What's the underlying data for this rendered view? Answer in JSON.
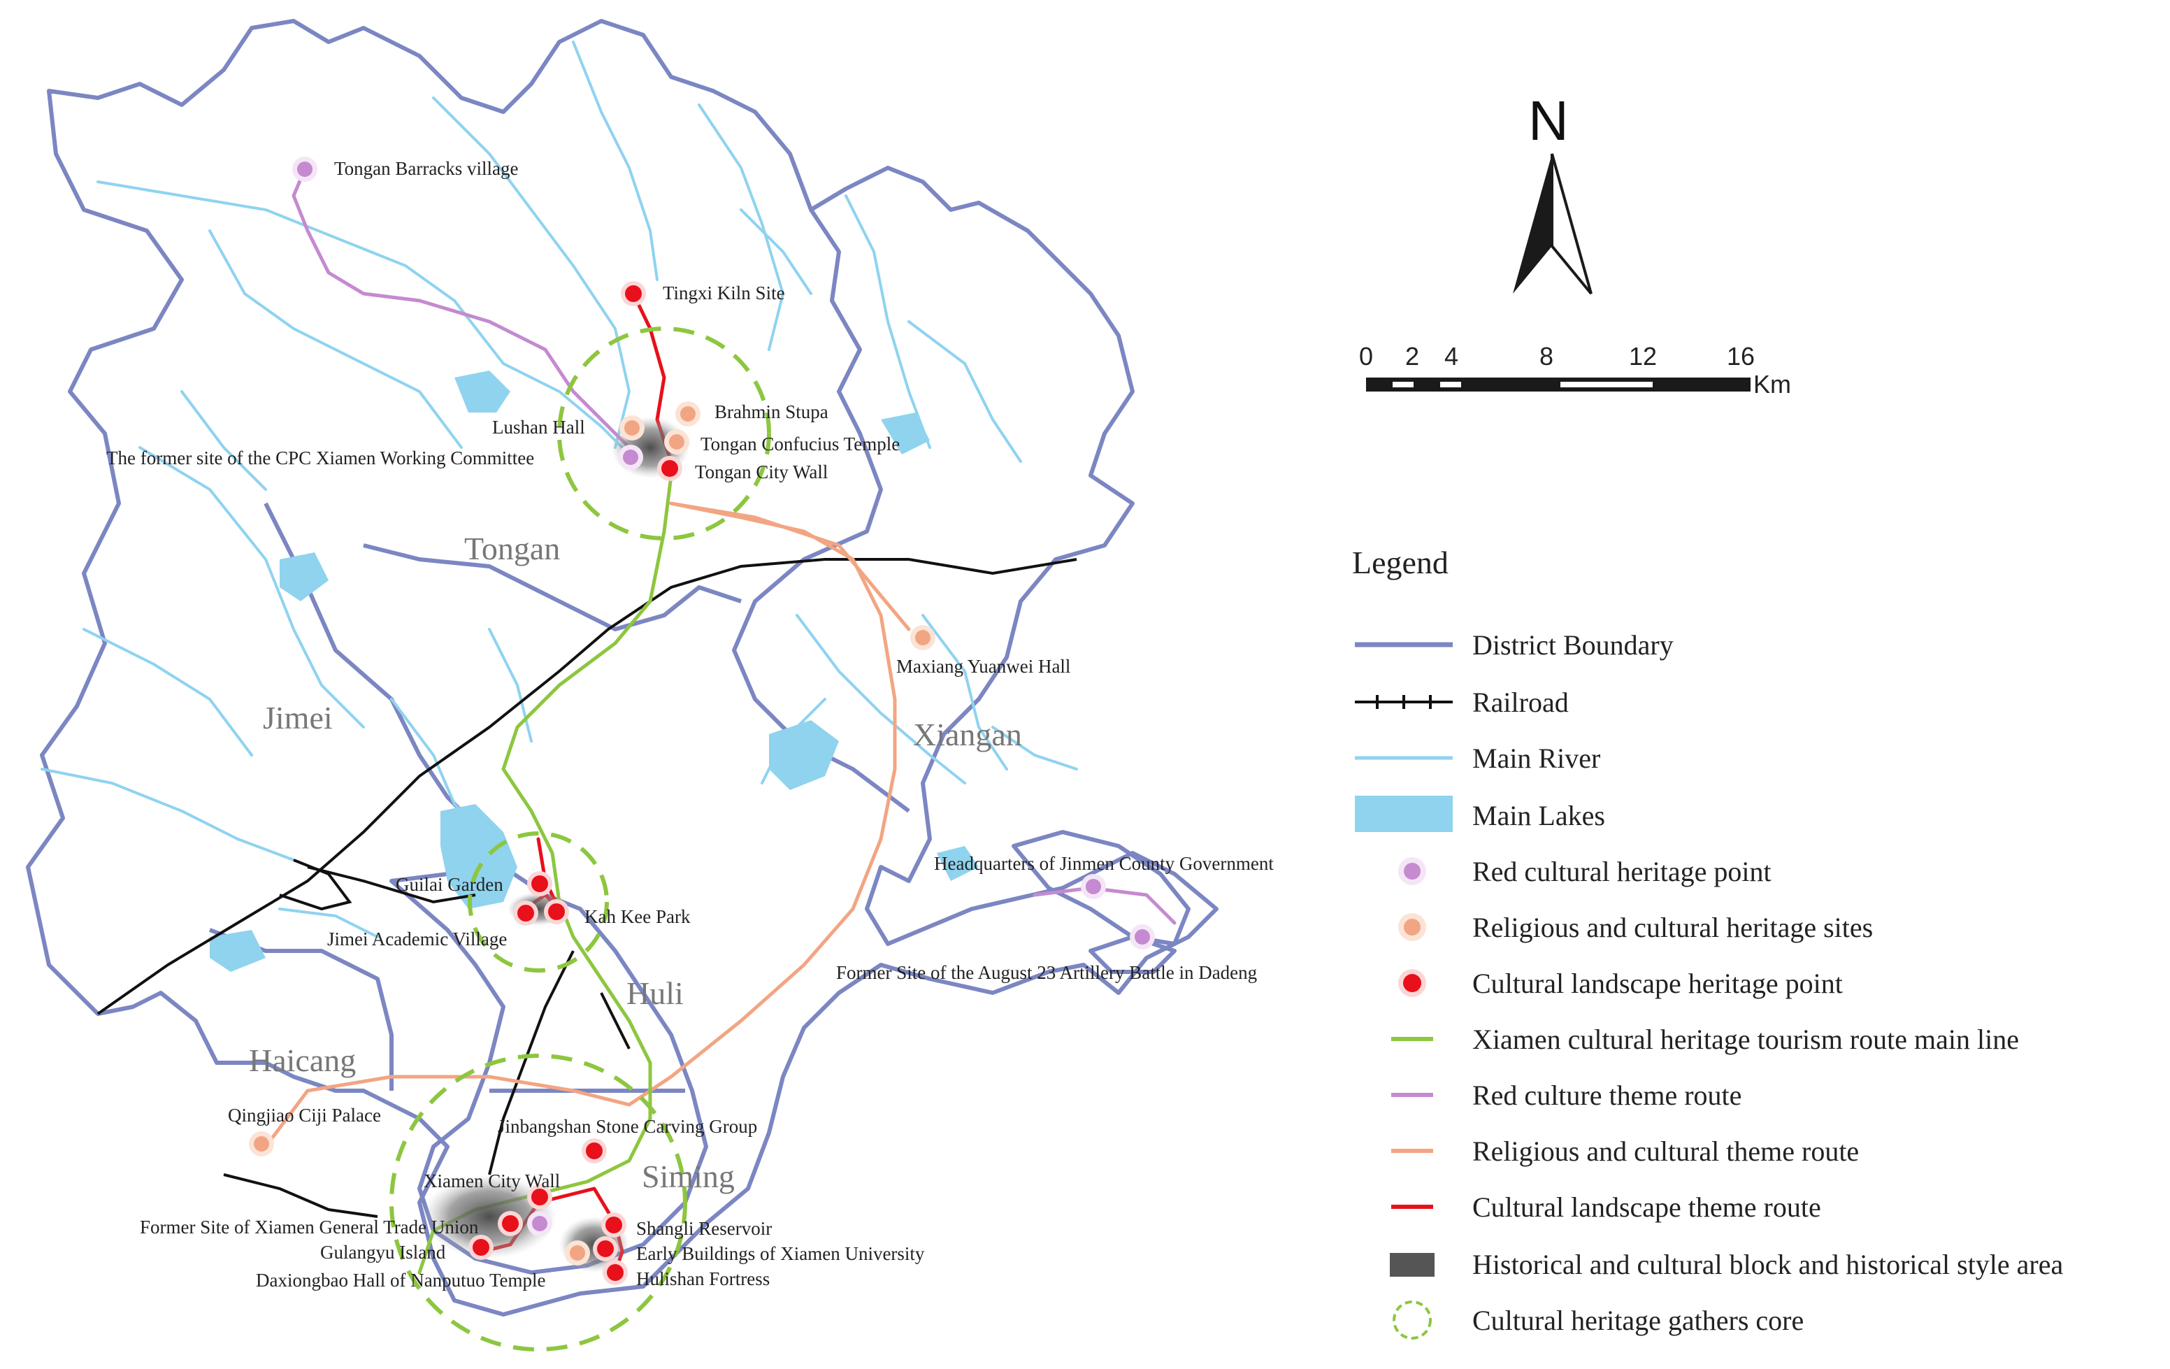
{
  "districts": {
    "tongan": "Tongan",
    "jimei": "Jimei",
    "xiangan": "Xiangan",
    "huli": "Huli",
    "haicang": "Haicang",
    "siming": "Siming"
  },
  "sites": {
    "tongan_barracks": "Tongan Barracks village",
    "tingxi_kiln": "Tingxi Kiln Site",
    "brahmin_stupa": "Brahmin Stupa",
    "lushan_hall": "Lushan Hall",
    "confucius_temple": "Tongan Confucius Temple",
    "cpc_committee": "The former site of the CPC Xiamen Working Committee",
    "tongan_wall": "Tongan City Wall",
    "maxiang": "Maxiang Yuanwei Hall",
    "guilai_garden": "Guilai Garden",
    "kah_kee": "Kah Kee Park",
    "jimei_village": "Jimei Academic Village",
    "jinmen_hq": "Headquarters of Jinmen County Government",
    "august23": "Former Site of the August 23 Artillery Battle in Dadeng",
    "qingjiao": "Qingjiao Ciji Palace",
    "jinbangshan": "Jinbangshan Stone Carving Group",
    "xiamen_wall": "Xiamen City Wall",
    "trade_union": "Former Site of Xiamen General Trade Union",
    "gulangyu": "Gulangyu Island",
    "nanputuo": "Daxiongbao Hall of Nanputuo Temple",
    "shangli": "Shangli Reservoir",
    "early_buildings": "Early Buildings of Xiamen University",
    "hulishan": "Hulishan Fortress"
  },
  "north": {
    "label": "N"
  },
  "scale": {
    "ticks": [
      "0",
      "2",
      "4",
      "8",
      "12",
      "16"
    ],
    "unit": "Km"
  },
  "legend": {
    "title": "Legend",
    "items": [
      {
        "label": "District Boundary",
        "symbol": "district-boundary",
        "color": "#7b86c2"
      },
      {
        "label": "Railroad",
        "symbol": "railroad",
        "color": "#111111"
      },
      {
        "label": "Main River",
        "symbol": "river",
        "color": "#8fd3f0"
      },
      {
        "label": "Main Lakes",
        "symbol": "lake",
        "color": "#8fd3ee"
      },
      {
        "label": "Red cultural heritage point",
        "symbol": "red-point",
        "color": "#c58ad0"
      },
      {
        "label": "Religious and cultural heritage sites",
        "symbol": "religious-point",
        "color": "#f2a582"
      },
      {
        "label": "Cultural landscape heritage point",
        "symbol": "landscape-point",
        "color": "#e8101a"
      },
      {
        "label": "Xiamen cultural heritage tourism route main line",
        "symbol": "main-route",
        "color": "#8dc63f"
      },
      {
        "label": "Red culture theme route",
        "symbol": "red-route",
        "color": "#c58ad0"
      },
      {
        "label": "Religious and cultural theme route",
        "symbol": "religious-route",
        "color": "#f2a582"
      },
      {
        "label": "Cultural landscape theme route",
        "symbol": "landscape-route",
        "color": "#e8101a"
      },
      {
        "label": "Historical and cultural block and historical style area",
        "symbol": "block",
        "color": "#555555"
      },
      {
        "label": "Cultural heritage gathers core",
        "symbol": "core",
        "color": "#8dc63f"
      }
    ]
  }
}
